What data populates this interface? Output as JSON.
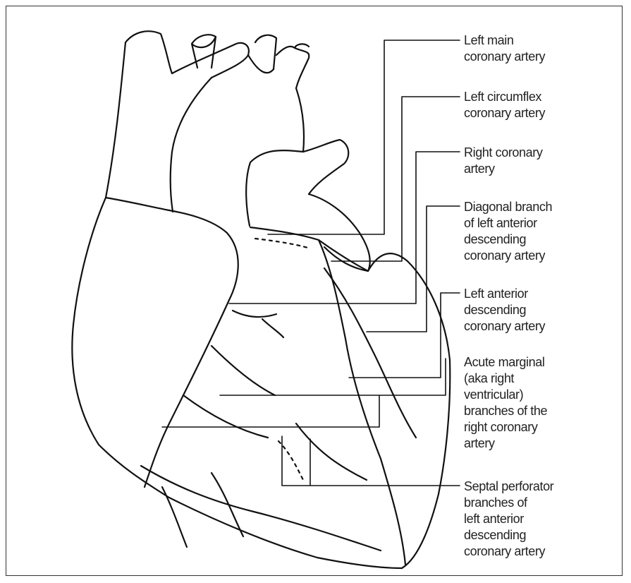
{
  "labels": [
    {
      "id": "left-main",
      "lines": [
        "Left main",
        "coronary artery"
      ]
    },
    {
      "id": "left-circumflex",
      "lines": [
        "Left circumflex",
        "coronary artery"
      ]
    },
    {
      "id": "right-coronary",
      "lines": [
        "Right coronary",
        "artery"
      ]
    },
    {
      "id": "diagonal-branch",
      "lines": [
        "Diagonal branch",
        "of left anterior",
        "descending",
        "coronary artery"
      ]
    },
    {
      "id": "lad",
      "lines": [
        "Left anterior",
        "descending",
        "coronary artery"
      ]
    },
    {
      "id": "acute-marginal",
      "lines": [
        "Acute marginal",
        "(aka right",
        "ventricular)",
        "branches of the",
        "right coronary",
        "artery"
      ]
    },
    {
      "id": "septal-perforator",
      "lines": [
        "Septal perforator",
        "branches of",
        "left anterior",
        "descending",
        "coronary artery"
      ]
    }
  ]
}
